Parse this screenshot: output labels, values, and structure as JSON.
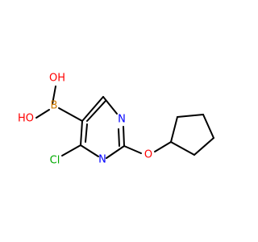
{
  "molecule": {
    "atoms": {
      "oh_top": "OH",
      "oh_bottom": "HO",
      "boron": "B",
      "n_top": "N",
      "n_bottom": "N",
      "chlorine": "Cl",
      "ether_oxygen": "O"
    },
    "colors": {
      "bond": "#000000",
      "oxygen": "#ff0000",
      "nitrogen": "#0000ff",
      "boron": "#cc7a00",
      "chlorine": "#00aa00"
    }
  }
}
